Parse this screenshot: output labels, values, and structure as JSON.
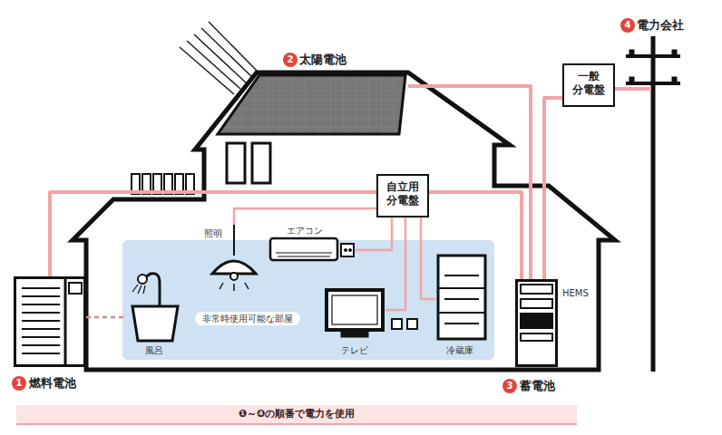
{
  "diagram": {
    "nodes": [
      {
        "text": [
          "4",
          "電力会社"
        ]
      },
      {
        "text": [
          "2",
          "太陽電池"
        ]
      },
      {
        "text": [
          "一般 分電盤"
        ]
      },
      {
        "text": [
          "自立用 分電盤"
        ]
      },
      {
        "text": [
          "非常時使用可能な部屋"
        ]
      },
      {
        "text": [
          "照明"
        ],
        "in": 4
      },
      {
        "text": [
          "エアコン"
        ],
        "in": 4
      },
      {
        "text": [
          "風呂"
        ],
        "in": 4
      },
      {
        "text": [
          "テレビ"
        ],
        "in": 4
      },
      {
        "text": [
          "冷蔵庫"
        ],
        "in": 4
      },
      {
        "text": [
          "1",
          "燃料電池"
        ]
      },
      {
        "text": [
          "3",
          "蓄電池"
        ]
      },
      {
        "text": [
          "❶～❹の順番で電力を使用"
        ]
      }
    ],
    "edges": [
      {
        "from": 10,
        "to": 3,
        "arrow": "none"
      },
      {
        "from": 1,
        "to": 11,
        "arrow": "none"
      },
      {
        "from": 2,
        "to": 11,
        "arrow": "none"
      },
      {
        "from": 0,
        "to": 2,
        "arrow": "none"
      },
      {
        "from": 3,
        "to": 11,
        "arrow": "none"
      },
      {
        "from": 3,
        "to": 5,
        "arrow": "none"
      },
      {
        "from": 3,
        "to": 6,
        "arrow": "none"
      },
      {
        "from": 3,
        "to": 8,
        "arrow": "none"
      },
      {
        "from": 3,
        "to": 9,
        "arrow": "none"
      },
      {
        "from": 10,
        "to": 7,
        "arrow": "none"
      }
    ],
    "labels": [
      "HEMS"
    ]
  }
}
